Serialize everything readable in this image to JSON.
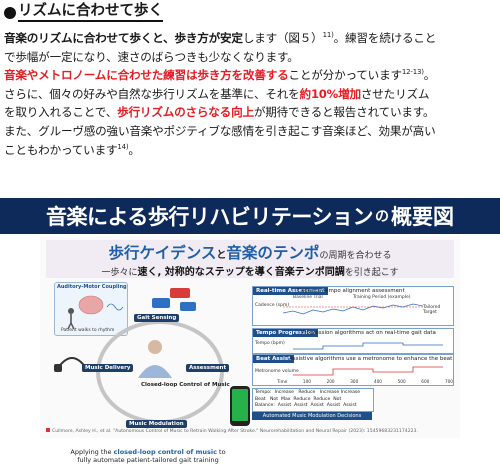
{
  "heading": {
    "text": "リズムに合わせて歩く"
  },
  "paragraph1": {
    "line1_bold": "音楽のリズムに合わせて歩くと、歩き方が安定",
    "line1_rest": "します（図５）",
    "line1_sup": "11)",
    "line1_end": "。練習を続けること",
    "line2": "で歩幅が一定になり、速さのばらつきも少なくなります。",
    "line3_red": "音楽やメトロノームに合わせた練習は歩き方を改善する",
    "line3_rest": "ことが分かっています",
    "line3_sup": "12-13)",
    "line3_end": "。",
    "line4_a": "さらに、個々の好みや自然な歩行リズムを基準に、それを",
    "line4_red": "約10%増加",
    "line4_b": "させたリズム",
    "line5_a": "を取り入れることで、",
    "line5_red": "歩行リズムのさらなる向上",
    "line5_b": "が期待できると報告されています。",
    "line6": "また、グルーヴ感の強い音楽やポジティブな感情を引き起こす音楽ほど、効果が高い",
    "line7_a": "こともわかっています",
    "line7_sup": "14)",
    "line7_end": "。"
  },
  "figure": {
    "banner_main": "音楽による歩行リハビリテーション",
    "banner_no": "の",
    "banner_end": "概要図",
    "head_part1": "歩行ケイデンス",
    "head_to": "と",
    "head_part2": "音楽のテンポ",
    "head_part3": "の周期を合わせる",
    "head_sub_pre": "一歩々に",
    "head_sub_bold": "速く, 対称的なステップを導く音楽テンポ同調",
    "head_sub_post": "を引き起こす",
    "amc_label": "Auditory-Motor Coupling",
    "amc_sub": "Patient walks to rhythm",
    "gait_sensing": "Gait Sensing",
    "music_delivery": "Music Delivery",
    "assessment": "Assessment",
    "music_modulation": "Music Modulation",
    "closed_loop": "Closed-loop Control of Music",
    "caption_a": "Applying the ",
    "caption_b": "closed-loop control of music",
    "caption_c": " to",
    "caption_d": "fully automate patient-tailored gait training",
    "panel1_tag": "Real-time Assessment",
    "panel1_title": "Cadence-tempo alignment assessment",
    "panel1_baseline": "Baseline Trial",
    "panel1_training": "Training Period (example)",
    "panel1_ylabel": "Cadence (spm)",
    "panel1_tailored": "Tailored Target",
    "panel2_tag": "Tempo Progression",
    "panel2_title": "Progression algorithms act on real-time gait data",
    "panel2_ylabel": "Tempo (bpm)",
    "panel3_tag": "Beat Assist",
    "panel3_title": "Assistive algorithms use a metronome to enhance the beat",
    "panel3_ylabel": "Metronome volume",
    "axis_time": "Time",
    "axis_ticks": [
      "100",
      "200",
      "300",
      "400",
      "500",
      "600",
      "700"
    ],
    "matrix_row1": [
      "Tempo:",
      "Increase",
      "Reduce",
      "Increase Increase"
    ],
    "matrix_row2": [
      "Beat",
      "Not",
      "Max",
      "Reduce",
      "Reduce",
      "Not"
    ],
    "matrix_row3": [
      "Balance:",
      "Assist",
      "Assist",
      "Assist",
      "Assist",
      "Assist"
    ],
    "matrix_foot": "Automated Music Modulation Decisions",
    "citation": "Cullmore, Ashley H., et al. \"Autonomous Control of Music to Retrain Walking After Stroke.\" Neurorehabilitation and Neural Repair (2023): 15459683231174223."
  },
  "colors": {
    "banner": "#0e2a5a",
    "accent_red": "#e31e24",
    "accent_blue": "#1f5fa8"
  }
}
